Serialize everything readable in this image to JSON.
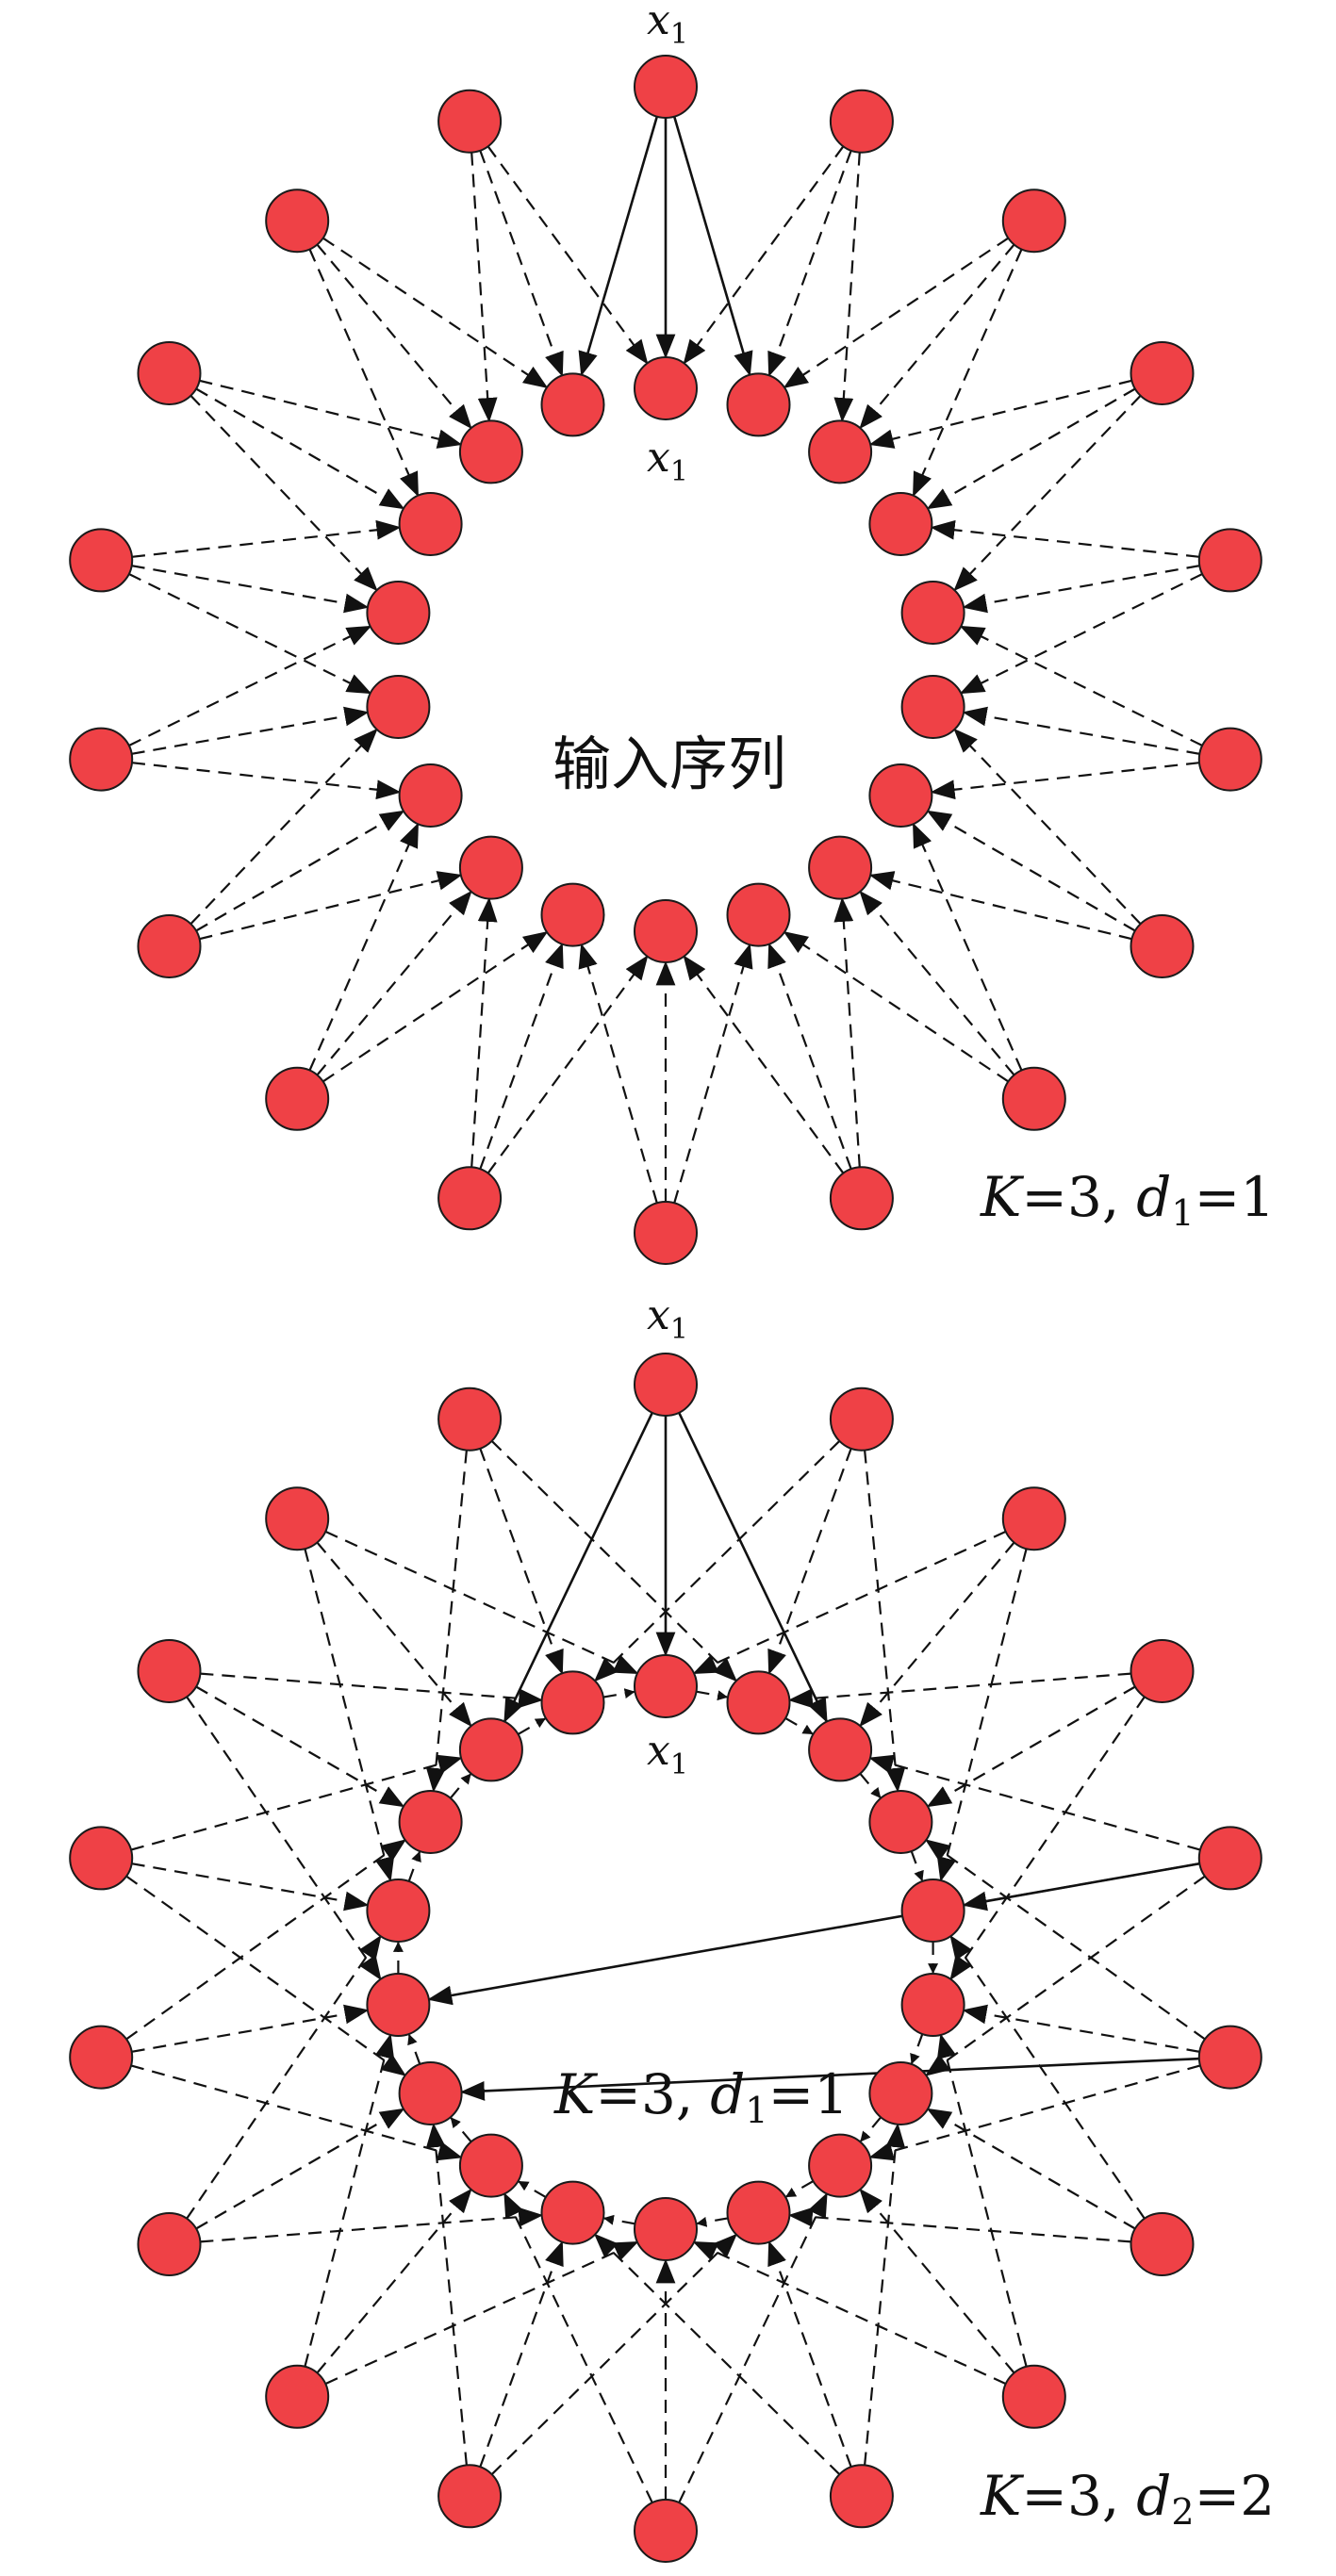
{
  "diagrams": [
    {
      "id": "top",
      "top_label": {
        "var": "x",
        "sub": "1"
      },
      "inner_label": {
        "var": "x",
        "sub": "1"
      },
      "center_text": "输入序列",
      "caption": {
        "k_var": "K",
        "k_value": "=3,",
        "d_var": "d",
        "d_sub": "1",
        "d_value": "=1"
      }
    },
    {
      "id": "bottom",
      "top_label": {
        "var": "x",
        "sub": "1"
      },
      "inner_label": {
        "var": "x",
        "sub": "1"
      },
      "center_caption": {
        "k_var": "K",
        "k_value": "=3,",
        "d_var": "d",
        "d_sub": "1",
        "d_value": "=1"
      },
      "caption": {
        "k_var": "K",
        "k_value": "=3,",
        "d_var": "d",
        "d_sub": "2",
        "d_value": "=2"
      }
    }
  ],
  "colors": {
    "node_fill": "#ef4146",
    "stroke": "#111111"
  }
}
